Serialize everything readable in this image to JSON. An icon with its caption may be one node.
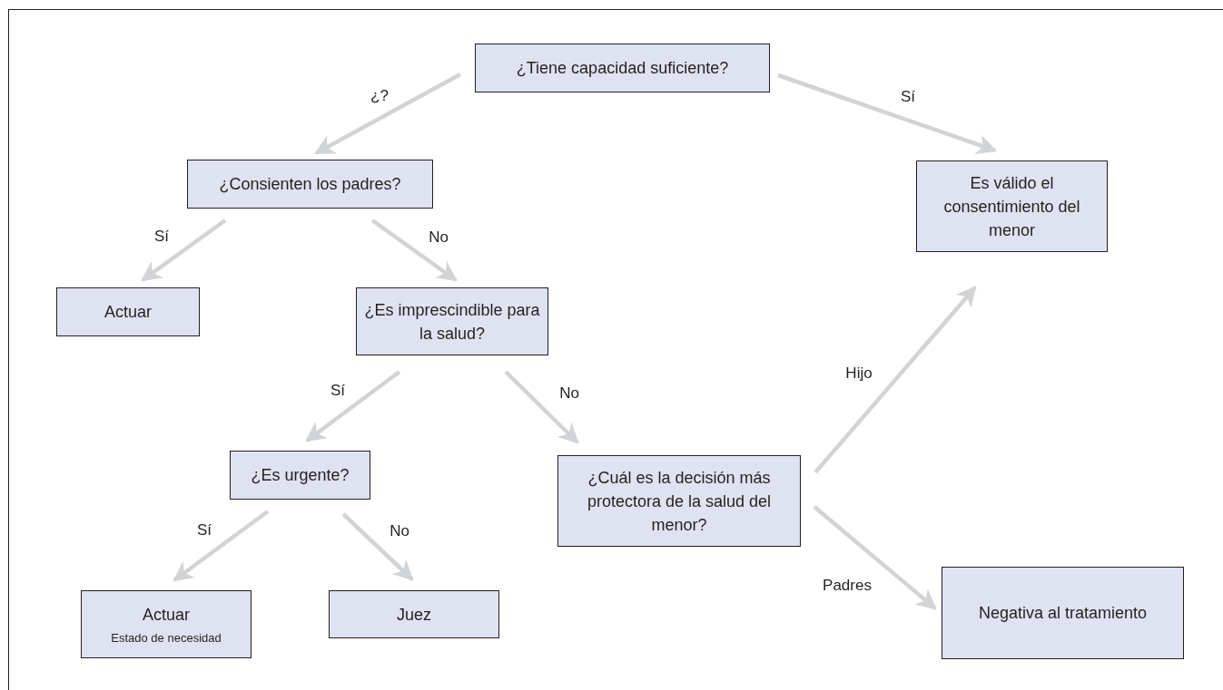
{
  "diagram": {
    "nodes": [
      {
        "text": [
          "¿Tiene capacidad suficiente?"
        ]
      },
      {
        "text": [
          "¿Consienten los padres?"
        ]
      },
      {
        "text": [
          "Es válido el consentimiento del menor"
        ]
      },
      {
        "text": [
          "Actuar"
        ]
      },
      {
        "text": [
          "¿Es imprescindible para la salud?"
        ]
      },
      {
        "text": [
          "¿Es urgente?"
        ]
      },
      {
        "text": [
          "¿Cuál es la decisión más protectora de la salud del menor?"
        ]
      },
      {
        "text": [
          "Actuar",
          "Estado de necesidad"
        ]
      },
      {
        "text": [
          "Juez"
        ]
      },
      {
        "text": [
          "Negativa al tratamiento"
        ]
      }
    ],
    "edges": [
      {
        "from": 0,
        "to": 1,
        "arrow": "to",
        "label": "¿?"
      },
      {
        "from": 0,
        "to": 2,
        "arrow": "to",
        "label": "Sí"
      },
      {
        "from": 1,
        "to": 3,
        "arrow": "to",
        "label": "Sí"
      },
      {
        "from": 1,
        "to": 4,
        "arrow": "to",
        "label": "No"
      },
      {
        "from": 4,
        "to": 5,
        "arrow": "to",
        "label": "Sí"
      },
      {
        "from": 4,
        "to": 6,
        "arrow": "to",
        "label": "No"
      },
      {
        "from": 6,
        "to": 2,
        "arrow": "to",
        "label": "Hijo"
      },
      {
        "from": 6,
        "to": 9,
        "arrow": "to",
        "label": "Padres"
      },
      {
        "from": 5,
        "to": 7,
        "arrow": "to",
        "label": "Sí"
      },
      {
        "from": 5,
        "to": 8,
        "arrow": "to",
        "label": "No"
      }
    ]
  }
}
